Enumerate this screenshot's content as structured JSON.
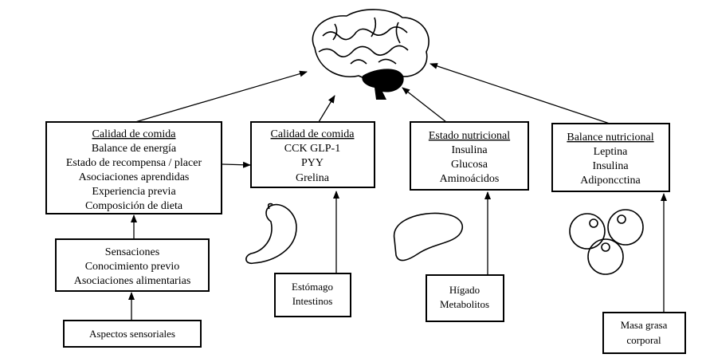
{
  "boxes": {
    "food_quality": {
      "title": "Calidad de comida",
      "lines": [
        "Balance de energía",
        "Estado de recompensa / placer",
        "Asociaciones aprendidas",
        "Experiencia previa",
        "Composición de dieta"
      ]
    },
    "gut_signals": {
      "title": "Calidad de comida",
      "lines": [
        "CCK GLP-1",
        "PYY",
        "Grelina"
      ]
    },
    "nutritional_state": {
      "title": "Estado nutricional",
      "lines": [
        "Insulina",
        "Glucosa",
        "Aminoácidos"
      ]
    },
    "nutritional_balance": {
      "title": "Balance nutricional",
      "lines": [
        "Leptina",
        "Insulina",
        "Adiponcctina"
      ]
    },
    "sensations": {
      "lines": [
        "Sensaciones",
        "Conocimiento previo",
        "Asociaciones alimentarias"
      ]
    },
    "sensory": {
      "lines": [
        "Aspectos sensoriales"
      ]
    },
    "stomach": {
      "lines": [
        "Estómago",
        "Intestinos"
      ]
    },
    "liver": {
      "lines": [
        "Hígado",
        "Metabolitos"
      ]
    },
    "fat": {
      "lines": [
        "Masa grasa",
        "corporal"
      ]
    }
  },
  "icons": [
    "brain-icon",
    "stomach-icon",
    "liver-icon",
    "fat-cells-icon"
  ]
}
